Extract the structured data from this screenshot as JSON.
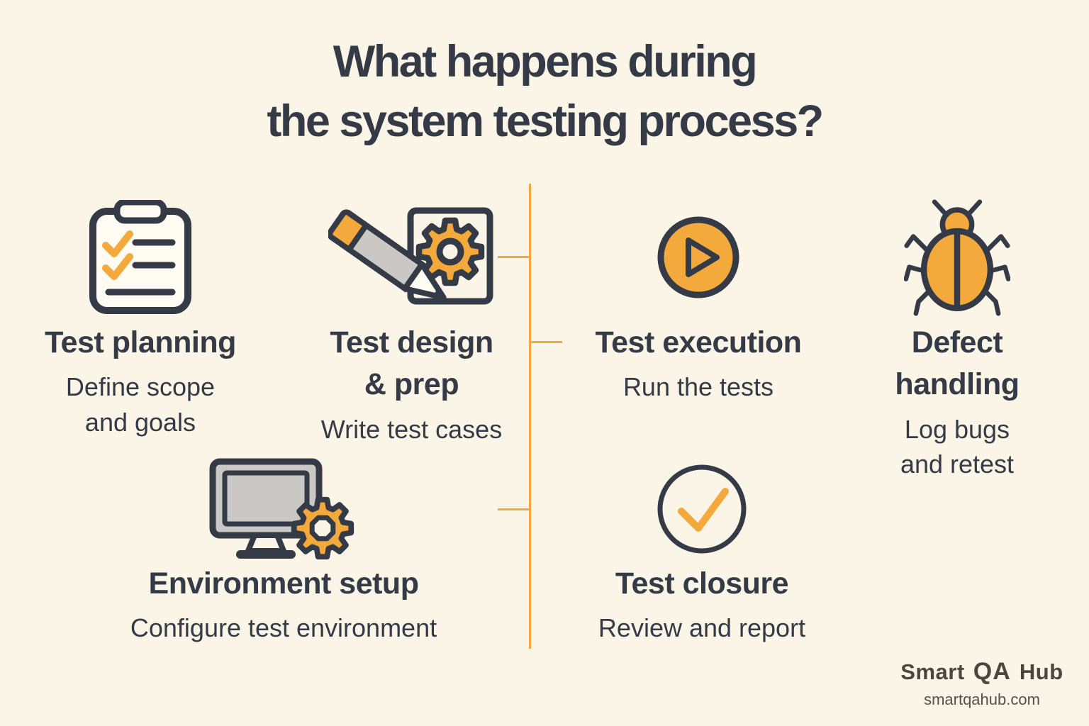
{
  "title": {
    "line1": "What happens during",
    "line2": "the system testing process?"
  },
  "stages": [
    {
      "name": "test-planning",
      "icon": "clipboard-checklist-icon",
      "title1": "Test planning",
      "sub1": "Define scope",
      "sub2": "and goals"
    },
    {
      "name": "test-design-prep",
      "icon": "pencil-document-gear-icon",
      "title1": "Test design",
      "title2": "& prep",
      "sub1": "Write test cases"
    },
    {
      "name": "test-execution",
      "icon": "play-circle-icon",
      "title1": "Test execution",
      "sub1": "Run the tests"
    },
    {
      "name": "defect-handling",
      "icon": "bug-icon",
      "title1": "Defect",
      "title2": "handling",
      "sub1": "Log bugs",
      "sub2": "and retest"
    },
    {
      "name": "environment-setup",
      "icon": "monitor-gear-icon",
      "title1": "Environment setup",
      "sub1": "Configure test environment"
    },
    {
      "name": "test-closure",
      "icon": "check-circle-icon",
      "title1": "Test closure",
      "sub1": "Review and report"
    }
  ],
  "brand": {
    "smart": "Smart",
    "qa": "QA",
    "hub": "Hub",
    "website": "smartqahub.com"
  },
  "colors": {
    "background": "#FAF5E6",
    "ink": "#343A46",
    "accent": "#F3A93C",
    "gray": "#C9C8C4",
    "paper": "#FDFBF2",
    "logo_ink": "#4C463C"
  }
}
